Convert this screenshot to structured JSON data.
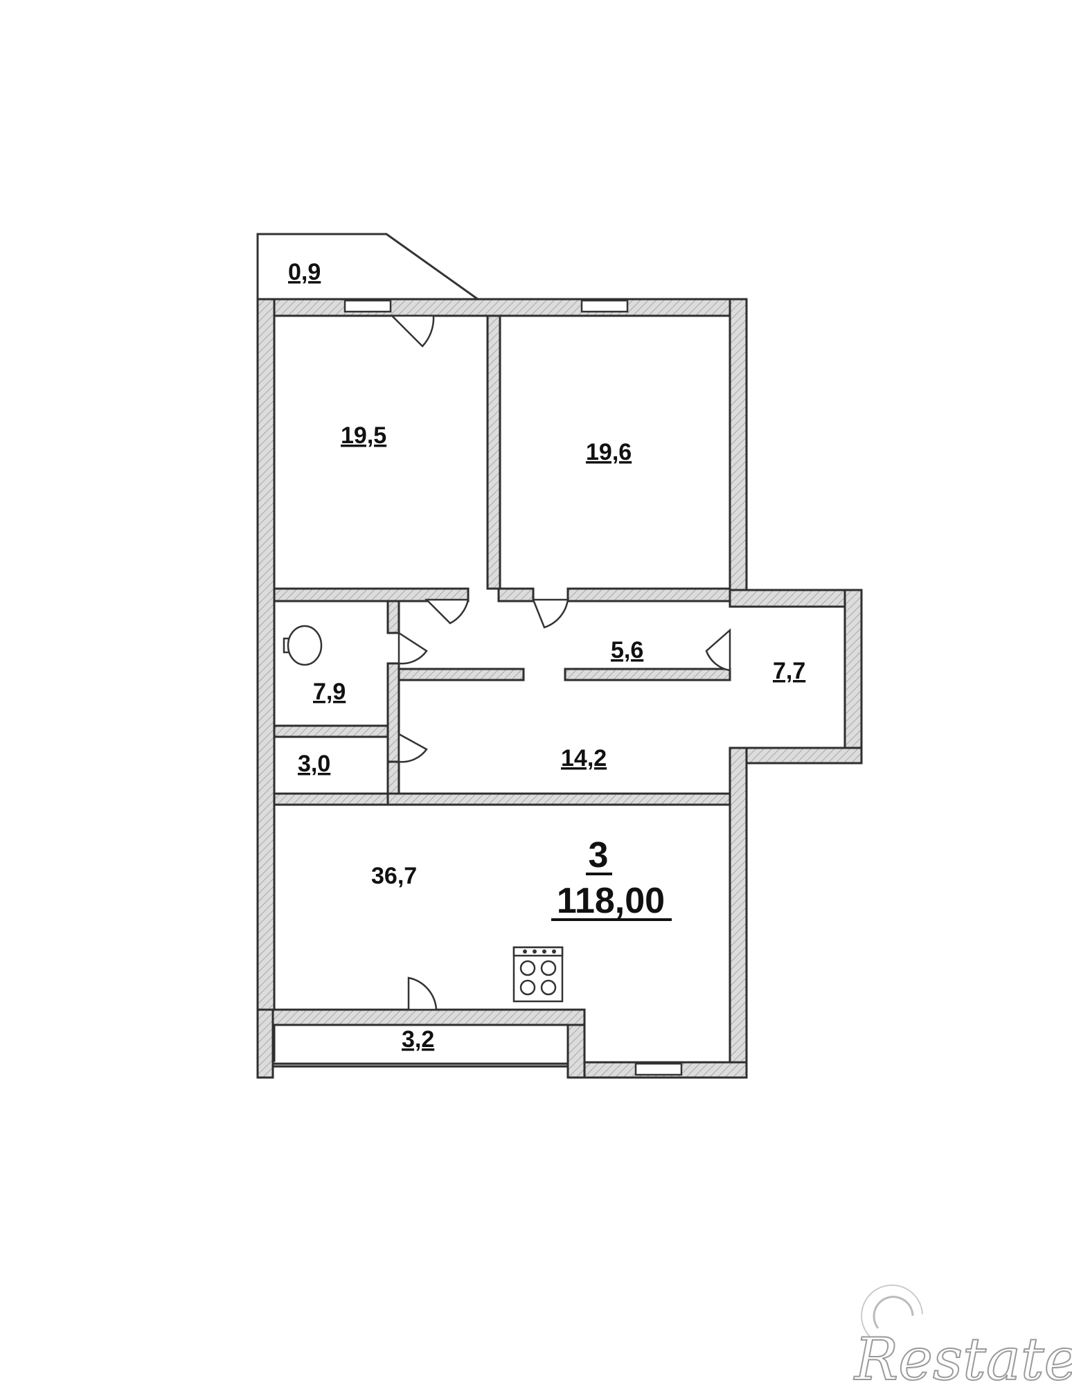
{
  "plan": {
    "rooms": [
      {
        "id": "balcony-top",
        "area": "0,9"
      },
      {
        "id": "bedroom-left",
        "area": "19,5"
      },
      {
        "id": "bedroom-right",
        "area": "19,6"
      },
      {
        "id": "bathroom",
        "area": "7,9"
      },
      {
        "id": "corridor",
        "area": "5,6"
      },
      {
        "id": "closet-right",
        "area": "7,7"
      },
      {
        "id": "toilet",
        "area": "3,0"
      },
      {
        "id": "hallway",
        "area": "14,2"
      },
      {
        "id": "kitchen-living",
        "area": "36,7"
      },
      {
        "id": "balcony-bottom",
        "area": "3,2"
      }
    ],
    "room_count": "3",
    "total_area": "118,00"
  },
  "watermark": {
    "text": "Restate"
  }
}
